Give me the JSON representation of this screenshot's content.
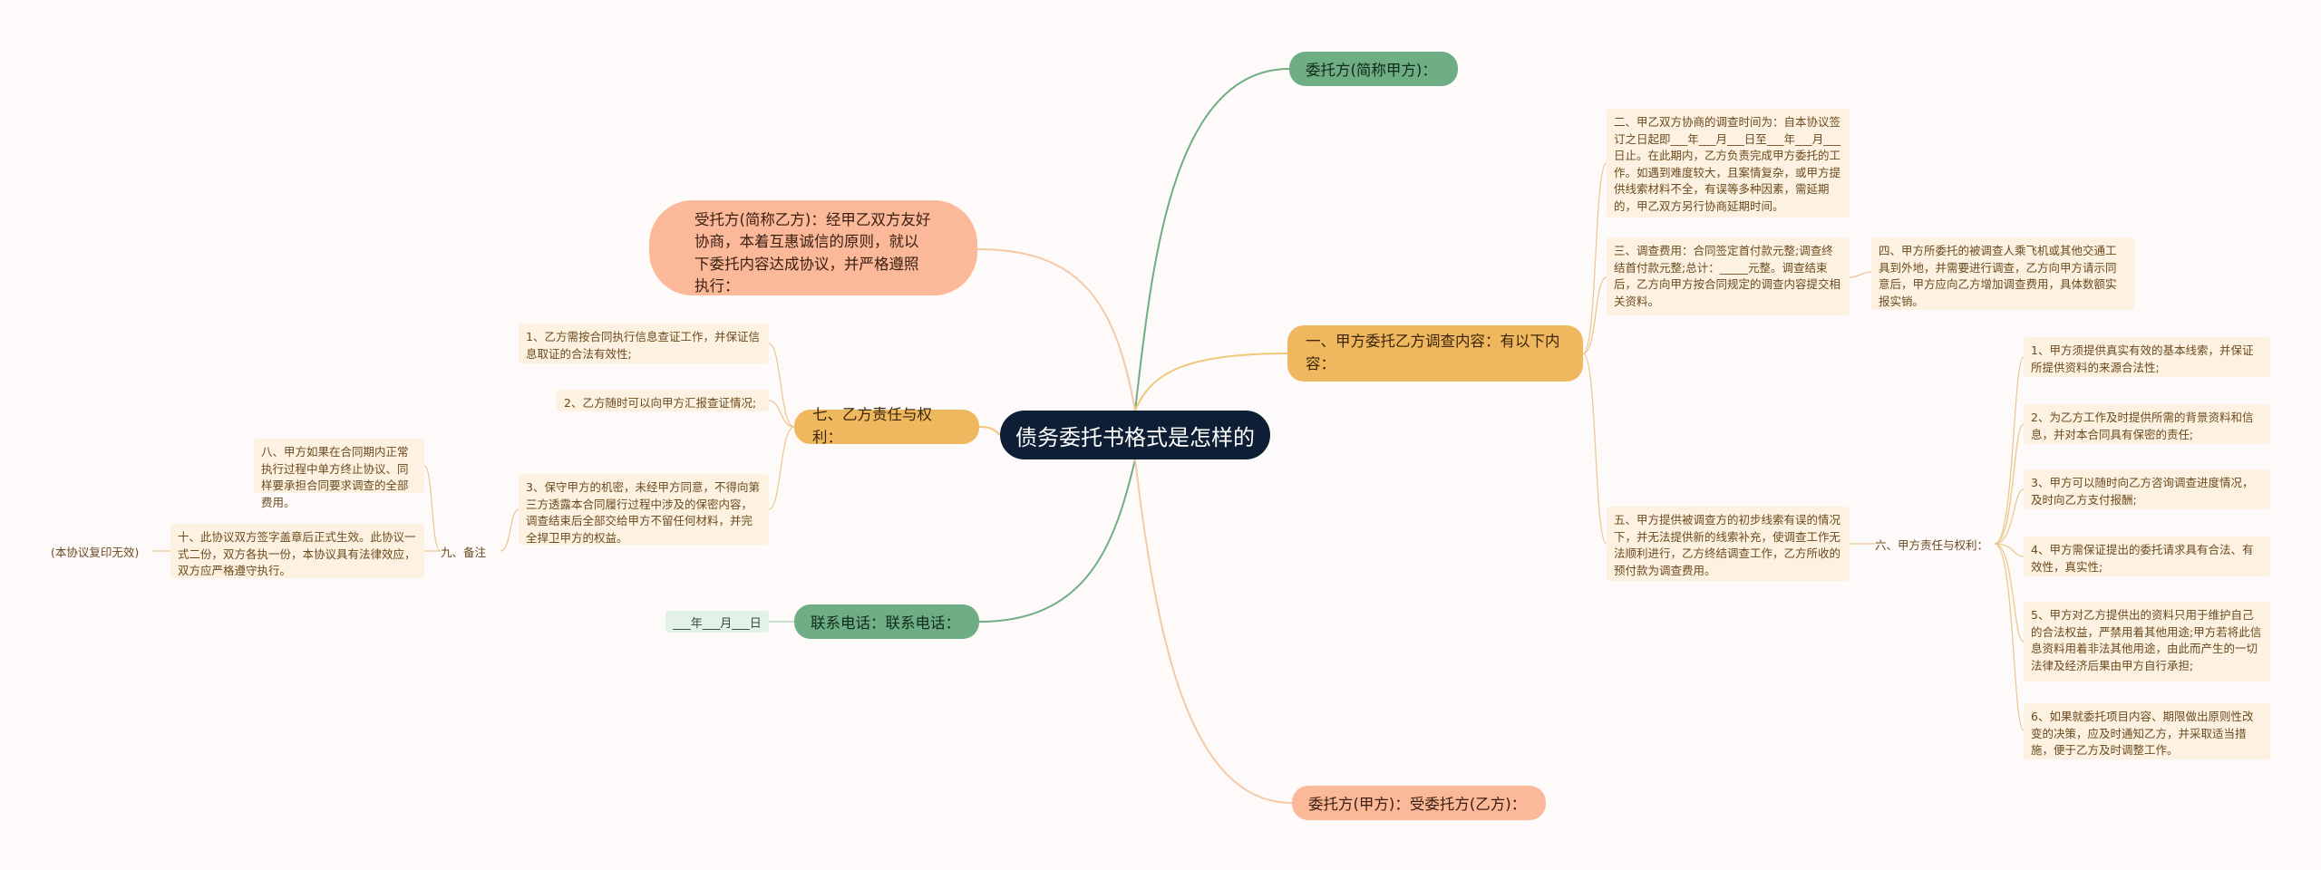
{
  "center": "债务委托书格式是怎样的",
  "wt_jia": "委托方(简称甲方)：",
  "st_yi": "受托方(简称乙方)：经甲乙双方友好协商，本着互惠诚信的原则，就以下委托内容达成协议，并严格遵照执行：",
  "sec1": {
    "label": "一、甲方委托乙方调查内容：有以下内容：",
    "item2": "二、甲乙双方协商的调查时间为：自本协议签订之日起即___年___月___日至___年___月___日止。在此期内，乙方负责完成甲方委托的工作。如遇到难度较大，且案情复杂，或甲方提供线索材料不全，有误等多种因素，需延期的，甲乙双方另行协商延期时间。",
    "item3": "三、调查费用：合同签定首付款元整;调查终结首付款元整;总计：_____元整。调查结束后，乙方向甲方按合同规定的调查内容提交相关资料。",
    "item4": "四、甲方所委托的被调查人乘飞机或其他交通工具到外地，并需要进行调查，乙方向甲方请示同意后，甲方应向乙方增加调查费用，具体数额实报实销。",
    "item5": "五、甲方提供被调查方的初步线索有误的情况下，并无法提供新的线索补充，使调查工作无法顺利进行，乙方终结调查工作，乙方所收的预付款为调查费用。",
    "item6": "六、甲方责任与权利：",
    "sub6": [
      "1、甲方须提供真实有效的基本线索，并保证所提供资料的来源合法性;",
      "2、为乙方工作及时提供所需的背景资料和信息，并对本合同具有保密的责任;",
      "3、甲方可以随时向乙方咨询调查进度情况，及时向乙方支付报酬;",
      "4、甲方需保证提出的委托请求具有合法、有效性，真实性;",
      "5、甲方对乙方提供出的资料只用于维护自己的合法权益，严禁用着其他用途;甲方若将此信息资料用着非法其他用途，由此而产生的一切法律及经济后果由甲方自行承担;",
      "6、如果就委托项目内容、期限做出原则性改变的决策，应及时通知乙方，并采取适当措施，便于乙方及时调整工作。"
    ]
  },
  "sec7": {
    "label": "七、乙方责任与权利：",
    "items": [
      "1、乙方需按合同执行信息查证工作，并保证信息取证的合法有效性;",
      "2、乙方随时可以向甲方汇报查证情况;",
      "3、保守甲方的机密，未经甲方同意，不得向第三方透露本合同履行过程中涉及的保密内容，调查结束后全部交给甲方不留任何材料，并完全捍卫甲方的权益。"
    ]
  },
  "sec9": {
    "label": "九、备注",
    "item8": "八、甲方如果在合同期内正常执行过程中单方终止协议、同样要承担合同要求调查的全部费用。",
    "item10": "十、此协议双方签字盖章后正式生效。此协议一式二份，双方各执一份，本协议具有法律效应，双方应严格遵守执行。",
    "note": "(本协议复印无效)"
  },
  "contact": {
    "label": "联系电话：联系电话：",
    "date": "___年___月___日"
  },
  "bottom": "委托方(甲方)：受委托方(乙方)：",
  "colors": {
    "green": "#6fae84",
    "gold": "#f0b85e",
    "salmon": "#fbb99a",
    "dark": "#0e1f35",
    "leaf": "#fdf2e1"
  }
}
